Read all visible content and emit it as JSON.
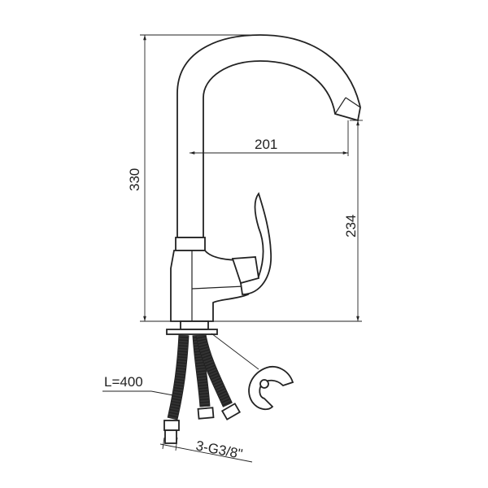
{
  "dimensions": {
    "height_total": "330",
    "reach": "201",
    "spout_height": "234",
    "hose_length": "L=400",
    "connection": "3-G3/8\""
  }
}
